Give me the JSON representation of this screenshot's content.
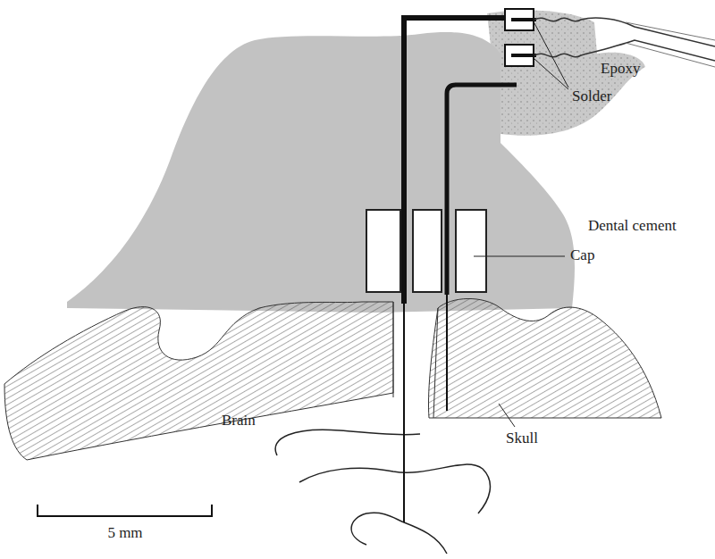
{
  "diagram": {
    "labels": [
      "Epoxy",
      "Solder",
      "Dental cement",
      "Cap",
      "Skull",
      "Brain",
      "5 mm"
    ]
  }
}
